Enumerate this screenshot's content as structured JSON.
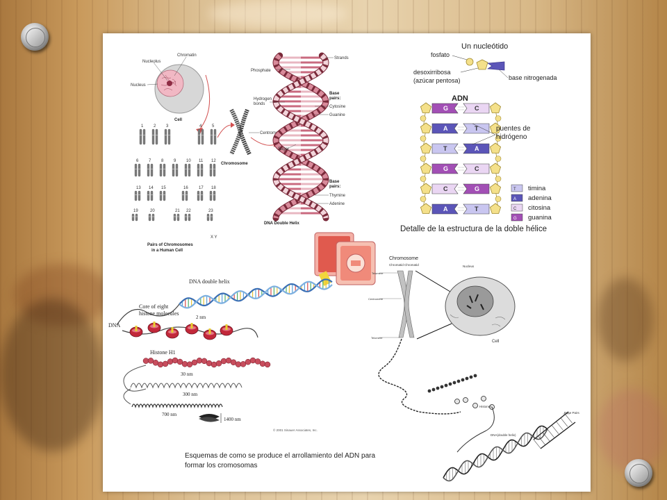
{
  "panel_top_left": {
    "cell": {
      "nucleolus": "Nucleolus",
      "chromatin": "Chromatin",
      "nucleus": "Nucleus",
      "caption": "Cell"
    },
    "chromosome_label": "Chromosome",
    "centromere_label": "Centromere",
    "karyotype": {
      "numbers": [
        "1",
        "2",
        "3",
        "4",
        "5",
        "6",
        "7",
        "8",
        "9",
        "10",
        "11",
        "12",
        "13",
        "14",
        "15",
        "16",
        "17",
        "18",
        "19",
        "20",
        "21",
        "22",
        "23"
      ],
      "xy": "X   Y",
      "caption_line1": "Pairs of Chromosomes",
      "caption_line2": "in a Human Cell"
    },
    "helix": {
      "strands": "Strands",
      "phosphate": "Phosphate",
      "hydrogen_line1": "Hydrogen",
      "hydrogen_line2": "bonds",
      "base_pairs_line1": "Base",
      "base_pairs_line2": "pairs:",
      "cytosine": "Cytosine",
      "guanine": "Guanine",
      "sugar": "Sugar",
      "base_pairs2_line1": "Base",
      "base_pairs2_line2": "pairs:",
      "thymine": "Thymine",
      "adenine": "Adenine",
      "caption": "DNA Double Helix"
    }
  },
  "panel_top_right": {
    "title": "Un nucleótido",
    "fosfato": "fosfato",
    "desoxirribosa": "desoxirribosa",
    "azucar": "(azúcar pentosa)",
    "base_nitrogenada": "base nitrogenada",
    "adn": "ADN",
    "puentes_line1": "puentes de",
    "puentes_line2": "hidrógeno",
    "pairs": [
      {
        "left": "G",
        "right": "C"
      },
      {
        "left": "A",
        "right": "T"
      },
      {
        "left": "T",
        "right": "A"
      },
      {
        "left": "G",
        "right": "C"
      },
      {
        "left": "C",
        "right": "G"
      },
      {
        "left": "A",
        "right": "T"
      }
    ],
    "legend": [
      {
        "letter": "T",
        "name": "timina",
        "color": "#c9c6f0"
      },
      {
        "letter": "A",
        "name": "adenina",
        "color": "#5b55b8"
      },
      {
        "letter": "C",
        "name": "citosina",
        "color": "#ead6f3"
      },
      {
        "letter": "G",
        "name": "guanina",
        "color": "#a24fb5"
      }
    ],
    "caption": "Detalle de la estructura de la doble hélice"
  },
  "panel_bottom_left": {
    "dna_double_helix": "DNA double helix",
    "two_nm": "2 nm",
    "core_line1": "Core of eight",
    "core_line2": "histone molecules",
    "dna": "DNA",
    "histone_h1": "Histone H1",
    "thirty_nm": "30 nm",
    "three_hundred_nm": "300 nm",
    "seven_hundred_nm": "700 nm",
    "fourteen_hundred_nm": "1400 nm",
    "copyright": "© 2001 Sinauer Associates, Inc."
  },
  "panel_bottom_right": {
    "chromosome": "Chromosome",
    "chromatid": "Chromatid  Chromatid",
    "telomere_top": "Telomere",
    "centromere": "Centromere",
    "telomere_bottom": "Telomere",
    "nucleus": "Nucleus",
    "cell": "Cell",
    "histones": "Histones",
    "dna_double_helix": "DNA(double helix)",
    "base_pairs": "Base Pairs"
  },
  "caption_bottom": {
    "line1": "Esquemas de como se produce el arrollamiento del ADN para",
    "line2": "formar los cromosomas"
  },
  "colors": {
    "pentagon": "#f4e08a",
    "helix_pink": "#d88a9a",
    "helix_maroon": "#8a2d3e",
    "histone_red": "#c2283a",
    "clipboard_pink": "#f0a0a0"
  }
}
